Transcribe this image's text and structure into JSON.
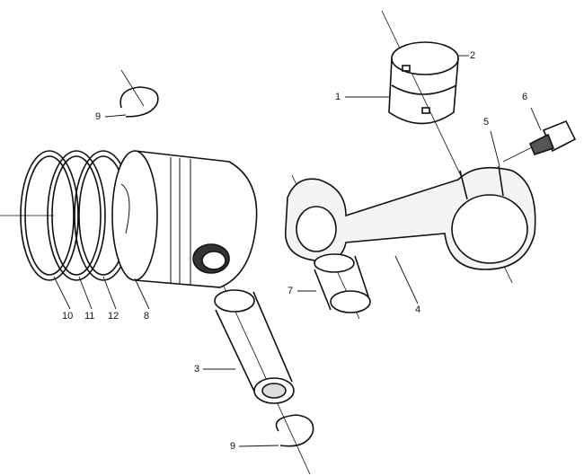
{
  "diagram": {
    "parts": [
      {
        "id": "1",
        "label": "1"
      },
      {
        "id": "2",
        "label": "2"
      },
      {
        "id": "3",
        "label": "3"
      },
      {
        "id": "4",
        "label": "4"
      },
      {
        "id": "5",
        "label": "5"
      },
      {
        "id": "6",
        "label": "6"
      },
      {
        "id": "7",
        "label": "7"
      },
      {
        "id": "8",
        "label": "8"
      },
      {
        "id": "9a",
        "label": "9"
      },
      {
        "id": "9b",
        "label": "9"
      },
      {
        "id": "10",
        "label": "10"
      },
      {
        "id": "11",
        "label": "11"
      },
      {
        "id": "12",
        "label": "12"
      }
    ]
  }
}
